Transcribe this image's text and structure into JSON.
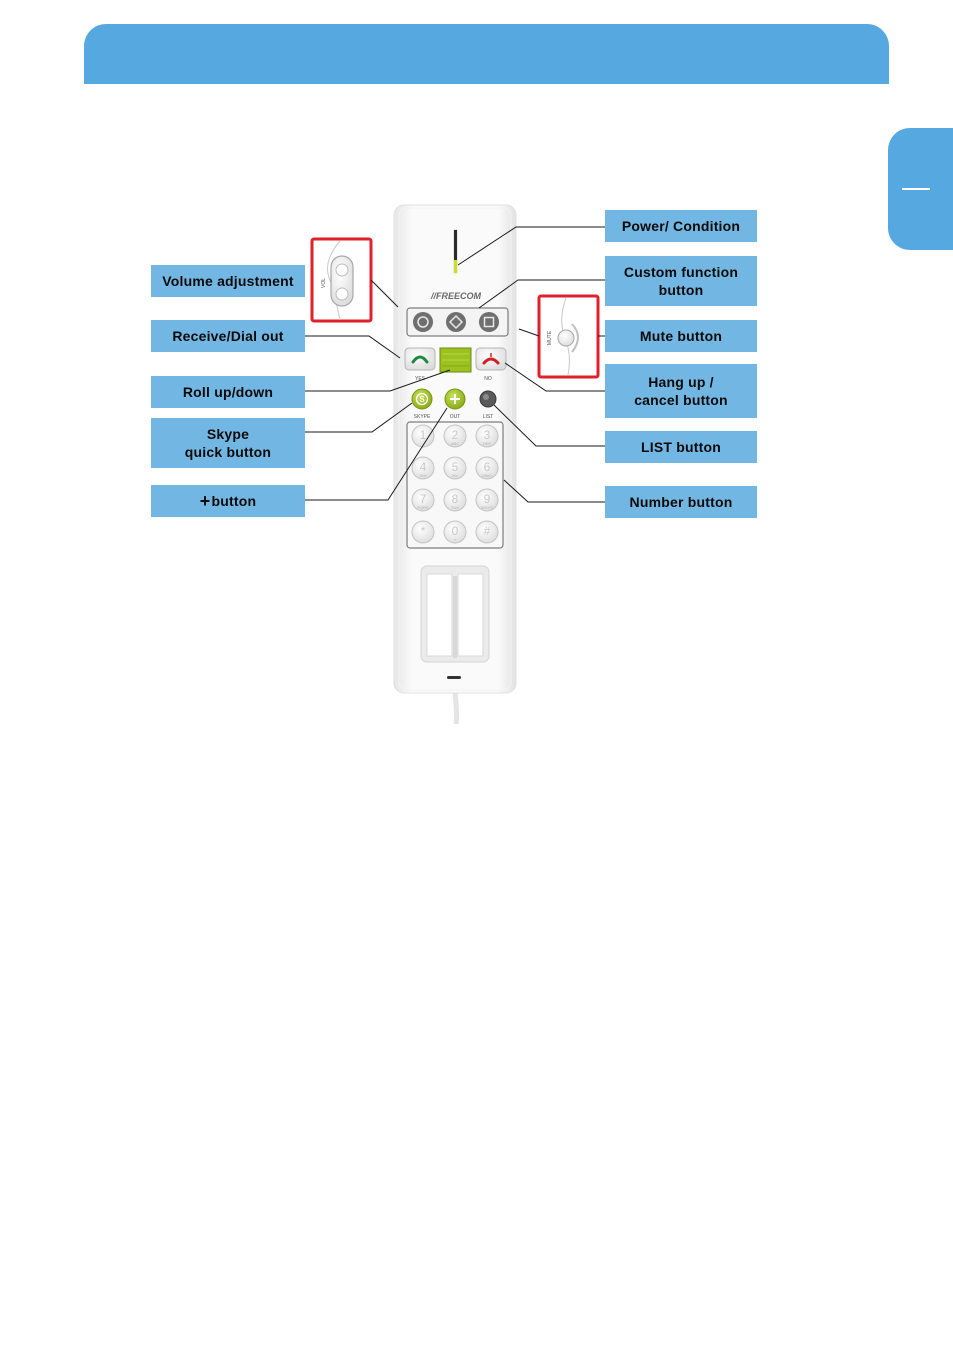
{
  "colors": {
    "header": "#55a8e0",
    "callout": "#72b7e3",
    "highlight_box": "#e0202a",
    "lime": "#9cc21f"
  },
  "diagram": {
    "callouts_left": [
      {
        "id": "volume",
        "label": "Volume adjustment"
      },
      {
        "id": "receive",
        "label": "Receive/Dial out"
      },
      {
        "id": "roll",
        "label": "Roll up/down"
      },
      {
        "id": "skype",
        "label": "Skype\nquick button"
      },
      {
        "id": "plus",
        "label": "button",
        "prefix": "+"
      }
    ],
    "callouts_right": [
      {
        "id": "power",
        "label": "Power/ Condition"
      },
      {
        "id": "custom",
        "label": "Custom function\nbutton"
      },
      {
        "id": "mute",
        "label": "Mute button"
      },
      {
        "id": "hangup",
        "label": "Hang up /\ncancel button"
      },
      {
        "id": "list",
        "label": "LIST button"
      },
      {
        "id": "number",
        "label": "Number button"
      }
    ],
    "device": {
      "brand": "//FREECOM",
      "key_labels": {
        "yes": "YES",
        "no": "NO",
        "skype": "SKYPE",
        "out": "OUT",
        "list": "LIST",
        "mute": "MUTE",
        "volume": "VOL"
      },
      "keypad": [
        {
          "digit": "1",
          "sub": ""
        },
        {
          "digit": "2",
          "sub": "ABC"
        },
        {
          "digit": "3",
          "sub": "DEF"
        },
        {
          "digit": "4",
          "sub": "GHI"
        },
        {
          "digit": "5",
          "sub": "JKL"
        },
        {
          "digit": "6",
          "sub": "MNO"
        },
        {
          "digit": "7",
          "sub": "PQRS"
        },
        {
          "digit": "8",
          "sub": "TUV"
        },
        {
          "digit": "9",
          "sub": "WXYZ"
        },
        {
          "digit": "*",
          "sub": ""
        },
        {
          "digit": "0",
          "sub": "+"
        },
        {
          "digit": "#",
          "sub": ""
        }
      ]
    }
  }
}
